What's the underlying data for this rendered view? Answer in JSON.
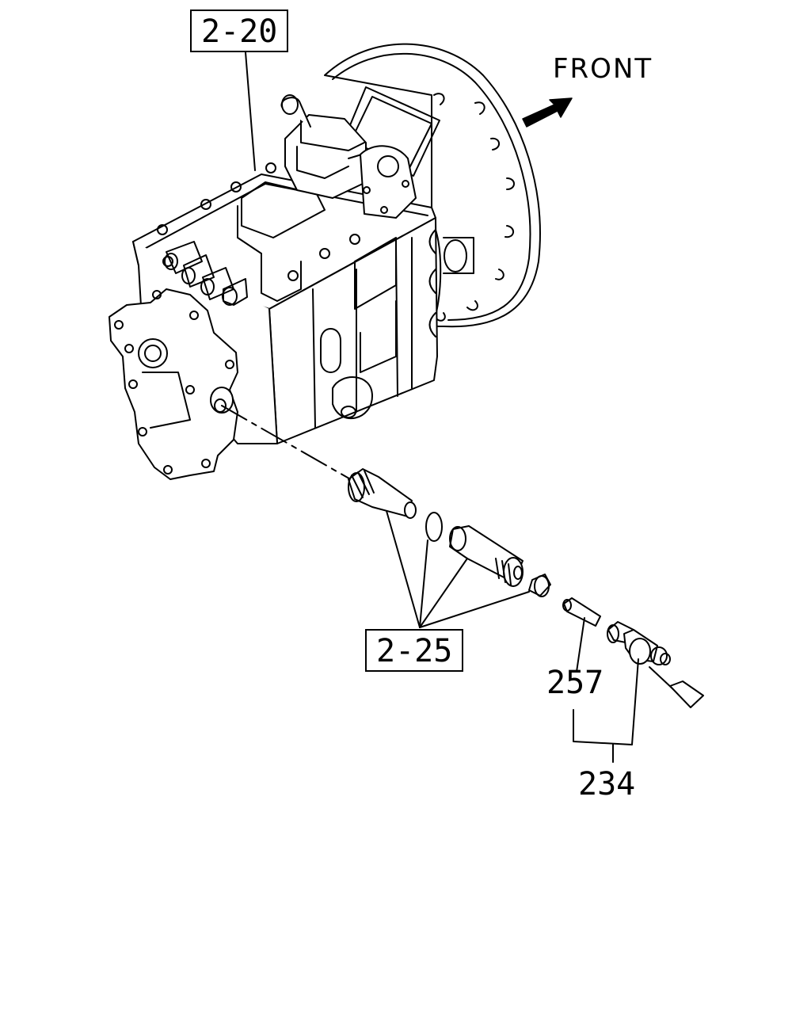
{
  "direction_label": "FRONT",
  "callouts": {
    "ref_transmission": "2-20",
    "ref_speedometer_drive": "2-25",
    "part_257": "257",
    "part_234": "234"
  }
}
